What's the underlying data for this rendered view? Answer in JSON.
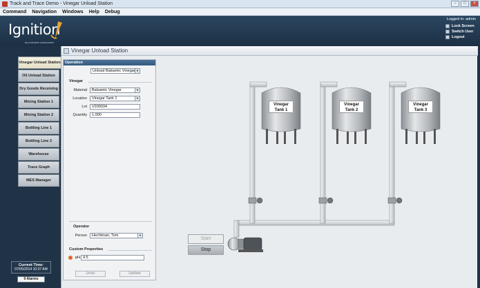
{
  "window": {
    "title": "Track and Trace Demo - Vinegar Unload Station"
  },
  "menu": [
    "Command",
    "Navigation",
    "Windows",
    "Help",
    "Debug"
  ],
  "header": {
    "logo_text": "Ignition",
    "logo_sub": "by inductive automation",
    "logged_in": "Logged in: admin",
    "actions": [
      "Lock Screen",
      "Switch User",
      "Logout"
    ]
  },
  "nav": {
    "tabs": [
      "Vinegar Unload Station",
      "Oil Unload Station",
      "Dry Goods Receiving",
      "Mixing Station 1",
      "Mixing Station 2",
      "Bottling Line 1",
      "Bottling Line 2",
      "Warehouse",
      "Trace Graph",
      "MES Manager"
    ],
    "clock_label": "Current Time:",
    "clock_value": "07/05/2014 10:37 AM",
    "alarms": "0 Alarms"
  },
  "main": {
    "title": "Vinegar Unload Station",
    "operation": {
      "header": "Operation",
      "selected": "Unload Balsamic Vinegar"
    },
    "vinegar": {
      "section": "Vinegar",
      "material_label": "Material",
      "material_value": "Balsamic Vinegar",
      "location_label": "Location",
      "location_value": "Vinegar Tank 1",
      "lot_label": "Lot",
      "lot_value": "V200034",
      "quantity_label": "Quantity",
      "quantity_value": "1,000"
    },
    "operator": {
      "section": "Operator",
      "person_label": "Person",
      "person_value": "Hechtman, Tom"
    },
    "custom": {
      "section": "Custom Properties",
      "ph_label": "pH",
      "ph_value": "4.5"
    },
    "undo_label": "Undo",
    "update_label": "Update",
    "start_label": "Start",
    "stop_label": "Stop",
    "tanks": [
      {
        "line1": "Vinegar",
        "line2": "Tank 1"
      },
      {
        "line1": "Vinegar",
        "line2": "Tank 2"
      },
      {
        "line1": "Vinegar",
        "line2": "Tank 3"
      }
    ]
  },
  "colors": {
    "header_bg": "#1f3246",
    "accent": "#e8a33a",
    "panel_header": "#3f6690",
    "tank_steel": "#b9bdc1"
  },
  "icons": [
    "app-icon",
    "lock-icon",
    "switch-user-icon",
    "logout-icon",
    "window-icon",
    "pump-icon",
    "valve-icon"
  ]
}
